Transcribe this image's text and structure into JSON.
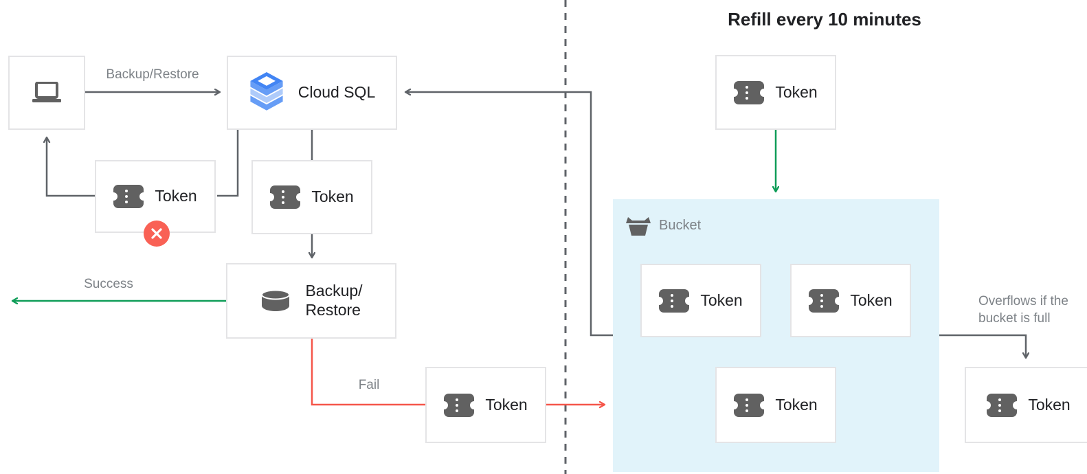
{
  "title": "Refill every 10 minutes",
  "nodes": {
    "cloud_sql": {
      "label": "Cloud SQL"
    },
    "token_rejected": {
      "label": "Token"
    },
    "token_pending": {
      "label": "Token"
    },
    "backup_restore": {
      "label_line1": "Backup/",
      "label_line2": "Restore"
    },
    "token_fail": {
      "label": "Token"
    },
    "token_refill": {
      "label": "Token"
    },
    "bucket": {
      "label": "Bucket"
    },
    "bucket_token_1": {
      "label": "Token"
    },
    "bucket_token_2": {
      "label": "Token"
    },
    "bucket_token_3": {
      "label": "Token"
    },
    "token_overflow": {
      "label": "Token"
    }
  },
  "edge_labels": {
    "backup_restore": "Backup/Restore",
    "success": "Success",
    "fail": "Fail",
    "overflow_line1": "Overflows if the",
    "overflow_line2": "bucket is full"
  },
  "colors": {
    "green": "#0f9d58",
    "red": "#f5564a",
    "badge_red": "#f96155",
    "line": "#5f6368",
    "border": "#e4e4e6",
    "label": "#7d8287",
    "bucket_fill": "#e1f3fa",
    "icon_gray": "#616161",
    "cloudsql_blue": "#4285f4",
    "cloudsql_blue_light": "#aecbfa",
    "cloudsql_blue_mid": "#669df6"
  }
}
